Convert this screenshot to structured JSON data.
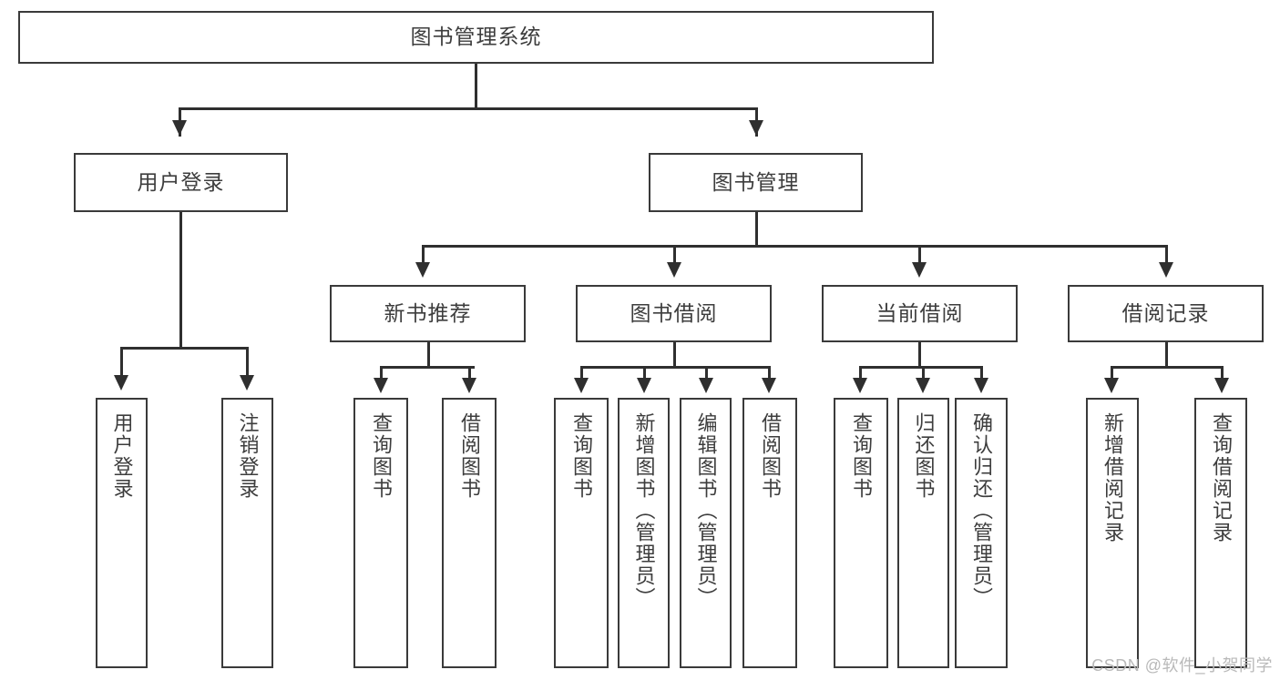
{
  "diagram": {
    "title": "图书管理系统",
    "watermark": "CSDN @软件_小贺同学",
    "root": {
      "label": "图书管理系统"
    },
    "level2": [
      {
        "label": "用户登录"
      },
      {
        "label": "图书管理"
      }
    ],
    "level3": [
      {
        "label": "新书推荐"
      },
      {
        "label": "图书借阅"
      },
      {
        "label": "当前借阅"
      },
      {
        "label": "借阅记录"
      }
    ],
    "leaves": {
      "user_login": [
        {
          "label": "用户登录"
        },
        {
          "label": "注销登录"
        }
      ],
      "new_book_recommend": [
        {
          "label": "查询图书"
        },
        {
          "label": "借阅图书"
        }
      ],
      "book_borrow": [
        {
          "label": "查询图书"
        },
        {
          "label": "新增图书（管理员）"
        },
        {
          "label": "编辑图书（管理员）"
        },
        {
          "label": "借阅图书"
        }
      ],
      "current_borrow": [
        {
          "label": "查询图书"
        },
        {
          "label": "归还图书"
        },
        {
          "label": "确认归还（管理员）"
        }
      ],
      "borrow_record": [
        {
          "label": "新增借阅记录"
        },
        {
          "label": "查询借阅记录"
        }
      ]
    }
  }
}
